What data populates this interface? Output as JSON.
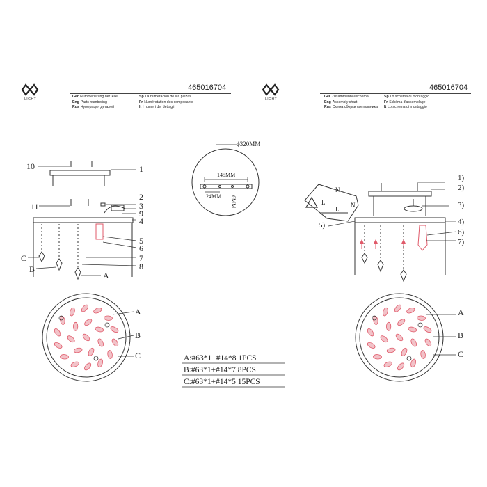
{
  "brand": {
    "logo_text": "LIGHT"
  },
  "left_page": {
    "code": "465016704",
    "legend": [
      {
        "lang1": "Ger",
        "text1": "Nummerierung derTeile",
        "lang2": "Sp",
        "text2": "La numeración de las piezas"
      },
      {
        "lang1": "Eng",
        "text1": "Parts numbering",
        "lang2": "Fr",
        "text2": "Numérotation des composants"
      },
      {
        "lang1": "Rus",
        "text1": "Нумерация деталей",
        "lang2": "It",
        "text2": "I numeri dei dettagli"
      }
    ],
    "callouts_right": [
      "1",
      "2",
      "3",
      "9",
      "4",
      "5",
      "6",
      "7",
      "8"
    ],
    "callouts_left": [
      "10",
      "11",
      "C",
      "B"
    ],
    "callout_a": "A",
    "bottom_labels": [
      "A",
      "B",
      "C"
    ],
    "specs": [
      "A:#63*1+#14*8   1PCS",
      "B:#63*1+#14*7   8PCS",
      "C:#63*1+#14*5   15PCS"
    ]
  },
  "center": {
    "diameter": "ϕ320MM",
    "dim1": "145MM",
    "dim2": "24MM",
    "dim3": "6MM"
  },
  "right_page": {
    "code": "465016704",
    "legend": [
      {
        "lang1": "Ger",
        "text1": "Zusammenbauschema",
        "lang2": "Sp",
        "text2": "Lo schema di montaggio"
      },
      {
        "lang1": "Eng",
        "text1": "Assembly chart",
        "lang2": "Fr",
        "text2": "Schéma d'assemblage"
      },
      {
        "lang1": "Rus",
        "text1": "Схема сборки светильника",
        "lang2": "It",
        "text2": "Lo schema di montaggio"
      }
    ],
    "callouts": [
      "1)",
      "2)",
      "3)",
      "4)",
      "6)",
      "7)"
    ],
    "callout_5": "5)",
    "wire_labels": [
      "N",
      "L",
      "N",
      "L"
    ],
    "bottom_labels": [
      "A",
      "B",
      "C"
    ]
  },
  "colors": {
    "ink": "#222222",
    "crystal": "#e05a6a",
    "crystal_fill": "#f2c2c8"
  }
}
